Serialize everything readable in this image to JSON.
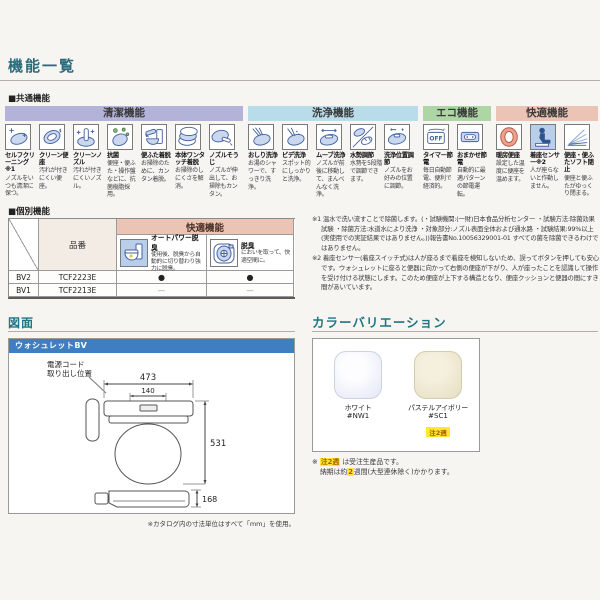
{
  "page": {
    "title_function_list": "機能一覧",
    "common_label": "■共通機能",
    "individual_label": "■個別機能",
    "drawing_title": "図面",
    "color_title": "カラーバリエーション"
  },
  "common": {
    "groups": [
      {
        "label": "清潔機能",
        "color": "#b3b3da"
      },
      {
        "label": "洗浄機能",
        "color": "#b9dcea"
      },
      {
        "label": "エコ機能",
        "color": "#aed6a4"
      },
      {
        "label": "快適機能",
        "color": "#ebc4b5"
      }
    ],
    "items": [
      {
        "title": "セルフクリーニング※1",
        "desc": "ノズルをいつも清潔に保つ。",
        "icon": "self-cleaning"
      },
      {
        "title": "クリーン便座",
        "desc": "汚れが付きにくい便座。",
        "icon": "clean-seat"
      },
      {
        "title": "クリーンノズル",
        "desc": "汚れが付きにくいノズル。",
        "icon": "clean-nozzle"
      },
      {
        "title": "抗菌",
        "desc": "便座・便ふた・操作盤などに、抗菌樹脂採用。",
        "icon": "antibacterial"
      },
      {
        "title": "便ふた着脱",
        "desc": "お掃除のために、カンタン着脱。",
        "icon": "lid-detach"
      },
      {
        "title": "本体ワンタッチ着脱",
        "desc": "お掃除のしにくさを解消。",
        "icon": "one-touch-detach"
      },
      {
        "title": "ノズルそうじ",
        "desc": "ノズルが伸出して、お掃除もカンタン。",
        "icon": "nozzle-clean"
      },
      {
        "title": "おしり洗浄",
        "desc": "お湯のシャワーで、すっきり洗浄。",
        "icon": "rear-wash"
      },
      {
        "title": "ビデ洗浄",
        "desc": "スポット的にしっかりと洗浄。",
        "icon": "bidet-wash"
      },
      {
        "title": "ムーブ洗浄",
        "desc": "ノズルが前後に移動して、まんべんなく洗浄。",
        "icon": "move-wash"
      },
      {
        "title": "水勢調節",
        "desc": "水勢を5段階で調節できます。",
        "icon": "water-pressure"
      },
      {
        "title": "洗浄位置調節",
        "desc": "ノズルをお好みの位置に調節。",
        "icon": "wash-position"
      },
      {
        "title": "タイマー節電",
        "desc": "毎日自動節電、便利で経済的。",
        "icon": "timer-saving",
        "icon_text": "OFF"
      },
      {
        "title": "おまかせ節電",
        "desc": "自動的に最適パターンの節電運転。",
        "icon": "auto-saving"
      },
      {
        "title": "暖房便座",
        "desc": "設定した温度に便座を温めます。",
        "icon": "heated-seat"
      },
      {
        "title": "着座センサー※2",
        "desc": "人が座らないと作動しません。",
        "icon": "seat-sensor"
      },
      {
        "title": "便座・便ふたソフト閉止",
        "desc": "便座と便ふたがゆっくり閉まる。",
        "icon": "soft-close"
      }
    ]
  },
  "individual": {
    "header_comfort": "快適機能",
    "col_model": "品番",
    "features": [
      {
        "title": "オートパワー脱臭",
        "desc": "使用後、脱臭から自動的に切り替わり強力に脱臭。",
        "icon": "auto-power-deodorize"
      },
      {
        "title": "脱臭",
        "desc": "においを取って、快適空間に。",
        "icon": "deodorize"
      }
    ],
    "rows": [
      {
        "model": "BV2",
        "number": "TCF2223E",
        "f1": "●",
        "f2": "●"
      },
      {
        "model": "BV1",
        "number": "TCF2213E",
        "f1": "—",
        "f2": "—"
      }
    ]
  },
  "notes": {
    "note1": "※1 温水で洗い流すことで除菌します。(・試験機関:(一財)日本食品分析センター ・試験方法:除菌効果試験 ・除菌方法:水道水により洗浄 ・対象部分:ノズル表面全体および通水路 ・試験結果:99%以上(実使用での実証結果ではありません。))報告書No.10056329001-01 すべての菌を除菌できるわけではありません。",
    "note2": "※2 着座センサー(着座スイッチ式)は人が座るまで着座を検知しないため、誤ってボタンを押しても安心です。ウォシュレットに座ると便器に向かって右側の便座が下がり、人が座ったことを認識して操作を受け付ける状態にします。このため便座が上下する構造となり、便座クッションと便器の間にすき間があいています。"
  },
  "drawing": {
    "bar_label": "ウォシュレットBV",
    "cord_label_1": "電源コード",
    "cord_label_2": "取り出し位置",
    "dim_width": "473",
    "dim_inner": "140",
    "dim_height": "531",
    "dim_side": "168",
    "unit_note": "※カタログ内の寸法単位はすべて「mm」を使用。"
  },
  "colors_section": {
    "swatches": [
      {
        "name": "ホワイト",
        "code": "#NW1",
        "hex": "#eef0fa"
      },
      {
        "name": "パステルアイボリー",
        "code": "#SC1",
        "hex": "#ece5cc",
        "tag": "注2週"
      }
    ],
    "note1_pre": "※ ",
    "note1_tag": "注2週",
    "note1_post": " は受注生産品です。",
    "note2_pre": "納期は約",
    "note2_tag": "2",
    "note2_post": "週間(大型連休除く)かかります。"
  },
  "palette": {
    "heading_teal": "#2c6b7c",
    "group_clean": "#b3b3da",
    "group_wash": "#b9dcea",
    "group_eco": "#aed6a4",
    "group_comfort": "#ebc4b5",
    "drawing_bar_blue": "#3f7fc1",
    "tag_yellow": "#ffe92e"
  }
}
